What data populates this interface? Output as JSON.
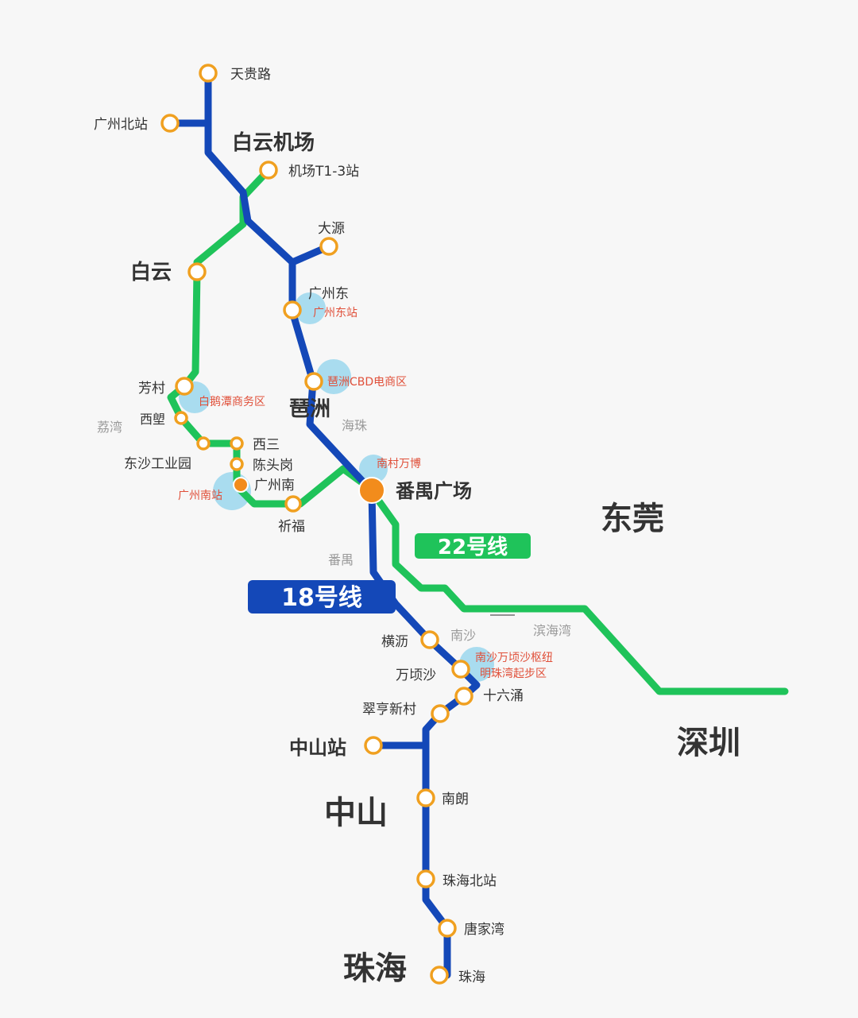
{
  "colors": {
    "line18": "#1448b8",
    "line22": "#1fc35a",
    "station_ring": "#f0a020",
    "interchange": "#f28c1c",
    "hub_text": "#e0503a",
    "hub_blob": "#8fd3ec"
  },
  "lines": {
    "line18": {
      "name": "18号线"
    },
    "line22": {
      "name": "22号线"
    }
  },
  "stations": {
    "tianguilu": "天贵路",
    "guangzhou_north": "广州北站",
    "airport_t13": "机场T1-3站",
    "dayuan": "大源",
    "baiyun": "白云",
    "guangzhou_east": "广州东",
    "fangcun": "芳村",
    "xisai": "西塱",
    "dongsha": "东沙工业园",
    "xisan": "西三",
    "chentougang": "陈头岗",
    "guangzhou_south": "广州南",
    "qifu": "祈福",
    "panyu_square": "番禺广场",
    "hengli": "横沥",
    "wanqingsha": "万顷沙",
    "shiliuchong": "十六涌",
    "cuiheng": "翠亨新村",
    "zhongshan_station": "中山站",
    "nanlang": "南朗",
    "zhuhai_north": "珠海北站",
    "tangjiawan": "唐家湾",
    "zhuhai": "珠海"
  },
  "districts": {
    "baiyun_airport": "白云机场",
    "pazhou": "琶洲"
  },
  "cities": {
    "dongguan": "东莞",
    "shenzhen": "深圳",
    "zhongshan": "中山",
    "zhuhai": "珠海"
  },
  "areas": {
    "liwan": "荔湾",
    "haizhu": "海珠",
    "panyu": "番禺",
    "nansha": "南沙",
    "binhaiwan": "滨海湾"
  },
  "hubs": {
    "guangzhou_east_hub": "广州东站",
    "pazhou_cbd": "琶洲CBD电商区",
    "baiehan": "白鹅潭商务区",
    "guangzhou_south_hub": "广州南站",
    "nancun": "南村万博",
    "nansha_hub_1": "南沙万顷沙枢纽",
    "nansha_hub_2": "明珠湾起步区"
  }
}
